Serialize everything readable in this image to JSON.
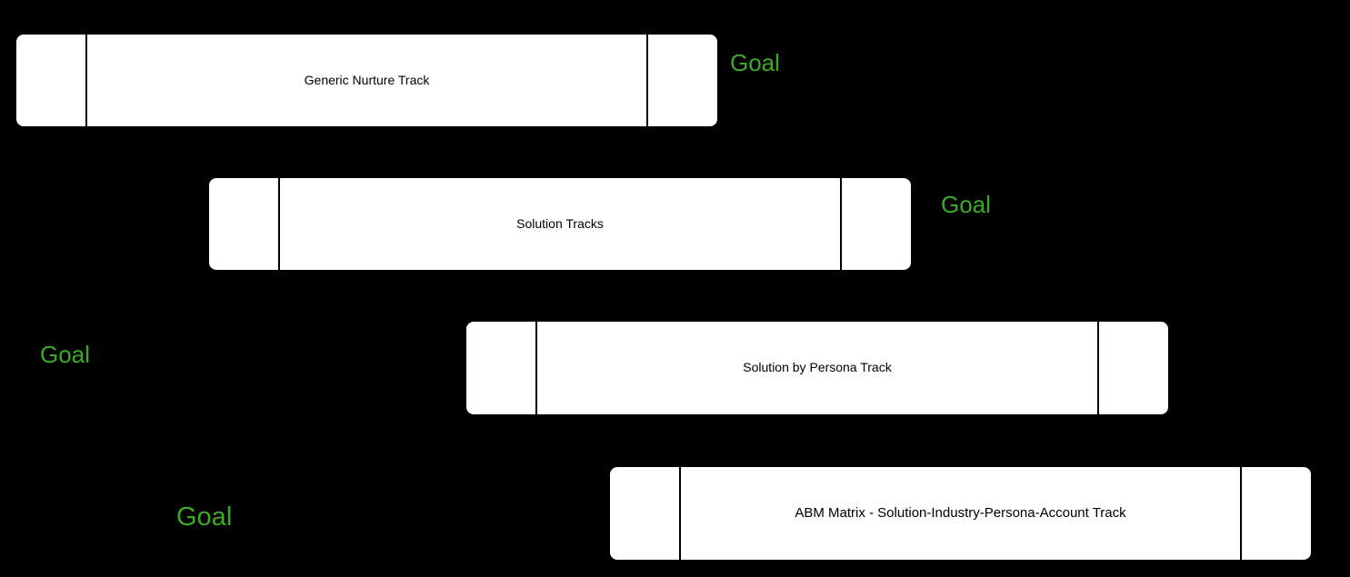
{
  "canvas": {
    "background": "#000000"
  },
  "colors": {
    "goal_green": "#3aab25",
    "shape_fill": "#ffffff",
    "shape_border": "#000000"
  },
  "tracks": [
    {
      "label": "Generic Nurture Track"
    },
    {
      "label": "Solution Tracks"
    },
    {
      "label": "Solution by Persona Track"
    },
    {
      "label": "ABM Matrix - Solution-Industry-Persona-Account Track"
    }
  ],
  "goals": [
    {
      "text": "Goal"
    },
    {
      "text": "Goal"
    },
    {
      "text": "Goal"
    },
    {
      "text": "Goal"
    }
  ]
}
